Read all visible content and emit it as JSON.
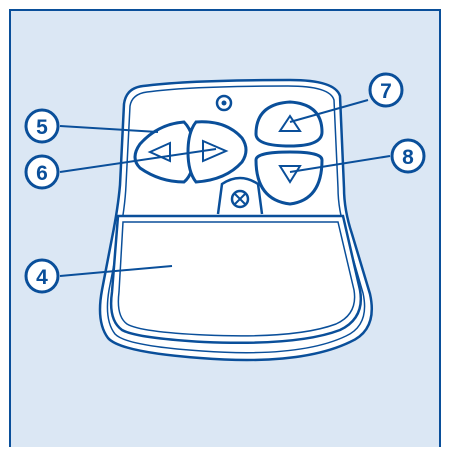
{
  "colors": {
    "background": "#dbe7f4",
    "line": "#0a4f9a",
    "device_fill": "#ffffff"
  },
  "icons": [
    "left-arrow-icon",
    "right-arrow-icon",
    "up-arrow-icon",
    "down-arrow-icon",
    "screw-icon",
    "keyring-hole-icon"
  ],
  "callouts": {
    "c4": "4",
    "c5": "5",
    "c6": "6",
    "c7": "7",
    "c8": "8"
  }
}
